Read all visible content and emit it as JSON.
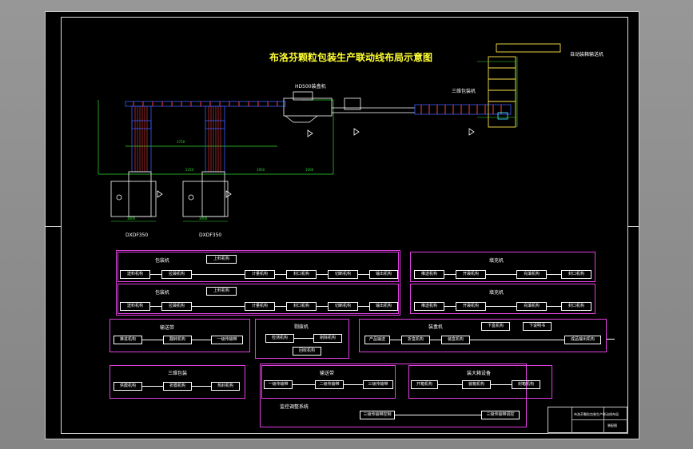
{
  "drawing": {
    "title": "布洛芬颗粒包装生产联动线布局示意图"
  },
  "layout_labels": {
    "bagger": "HD500装盒机",
    "film_wrapper": "三维包装机",
    "conveyor": "自动装箱输送机",
    "machine_left": "DXDF350",
    "machine_right": "DXDF350",
    "dim_1": "1750",
    "dim_2": "2250",
    "dim_3": "1950",
    "dim_4": "1000",
    "dim_5": "3000",
    "dim_6": "3000"
  },
  "groups": {
    "packer_1": {
      "title": "包装机",
      "subtitle": "上料机构",
      "nodes": [
        "送料机构",
        "拉袋机构",
        "计量机构",
        "封口机构",
        "切断机构",
        "输出机构"
      ]
    },
    "packer_2": {
      "title": "包装机",
      "subtitle": "上料机构",
      "nodes": [
        "送料机构",
        "拉袋机构",
        "计量机构",
        "封口机构",
        "切断机构",
        "输出机构"
      ]
    },
    "filler_1": {
      "title": "填充机",
      "nodes": [
        "推送机构",
        "开袋机构",
        "充填机构",
        "封口机构"
      ]
    },
    "filler_2": {
      "title": "填充机",
      "nodes": [
        "推送机构",
        "开袋机构",
        "充填机构",
        "封口机构"
      ]
    },
    "conveyor_belt": {
      "title": "输送带",
      "nodes": [
        "推进机构",
        "翻转机构",
        "一级传输带"
      ]
    },
    "reject": {
      "title": "剔废机",
      "nodes": [
        "检测机构",
        "剔除机构",
        "回收机构"
      ]
    },
    "cartoner": {
      "title": "装盒机",
      "top_nodes": [
        "下盒机构",
        "下说明书"
      ],
      "nodes": [
        "产品输送",
        "折盒机构",
        "装盒机构",
        "成品输出机构"
      ]
    },
    "wrapper": {
      "title": "三维包装",
      "nodes": [
        "供膜机构",
        "折膜机构",
        "热封机构"
      ]
    },
    "belt_2": {
      "title": "输送带",
      "nodes": [
        "一级传输带",
        "二级传输带",
        "三级传输带"
      ]
    },
    "labeler": {
      "title": "装大箱设备",
      "nodes": [
        "开箱机构",
        "装箱机构",
        "封箱机构"
      ]
    },
    "control": {
      "title": "监控调整系统",
      "nodes": [
        "三级传输带控制",
        "三级传输带调控"
      ]
    }
  },
  "title_block": {
    "name": "布洛芬颗粒包装生产联动线布局",
    "code": "装配图"
  },
  "colors": {
    "frame": "#ffffff",
    "title": "#ffff33",
    "group_border": "#e040e0",
    "blue": "#3a5cff",
    "green": "#2fdc2f",
    "red": "#ff4040",
    "yellow": "#ffe64a",
    "cyan": "#40e0ff"
  }
}
